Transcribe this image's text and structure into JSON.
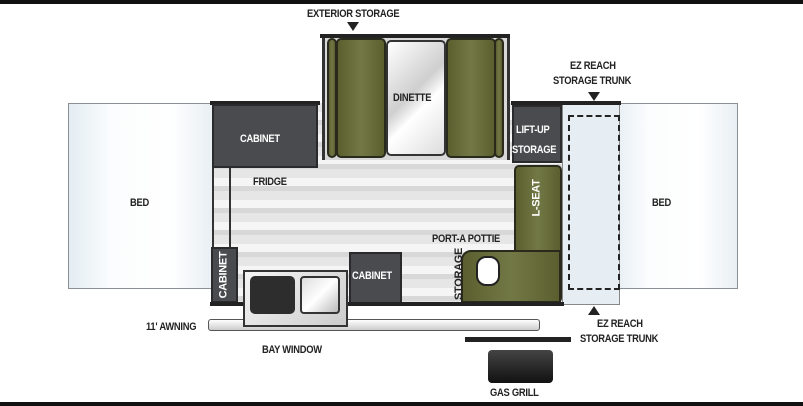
{
  "labels": {
    "exterior_storage": "EXTERIOR STORAGE",
    "dinette": "DINETTE",
    "ez_reach_top": [
      "EZ REACH",
      "STORAGE TRUNK"
    ],
    "ez_reach_bottom": [
      "EZ REACH",
      "STORAGE TRUNK"
    ],
    "cabinet_top": "CABINET",
    "fridge": "FRIDGE",
    "bed_left": "BED",
    "bed_right": "BED",
    "lift_up_storage": [
      "LIFT-UP",
      "STORAGE"
    ],
    "l_seat": "L-SEAT",
    "port_a_pottie": "PORT-A POTTIE",
    "storage": "STORAGE",
    "cabinet_side": "CABINET",
    "cabinet_bottom": "CABINET",
    "awning": "11' AWNING",
    "bay_window": "BAY WINDOW",
    "gas_grill": "GAS GRILL"
  },
  "colors": {
    "olive": "#6b703d",
    "cabinet": "#4a4b4e"
  }
}
